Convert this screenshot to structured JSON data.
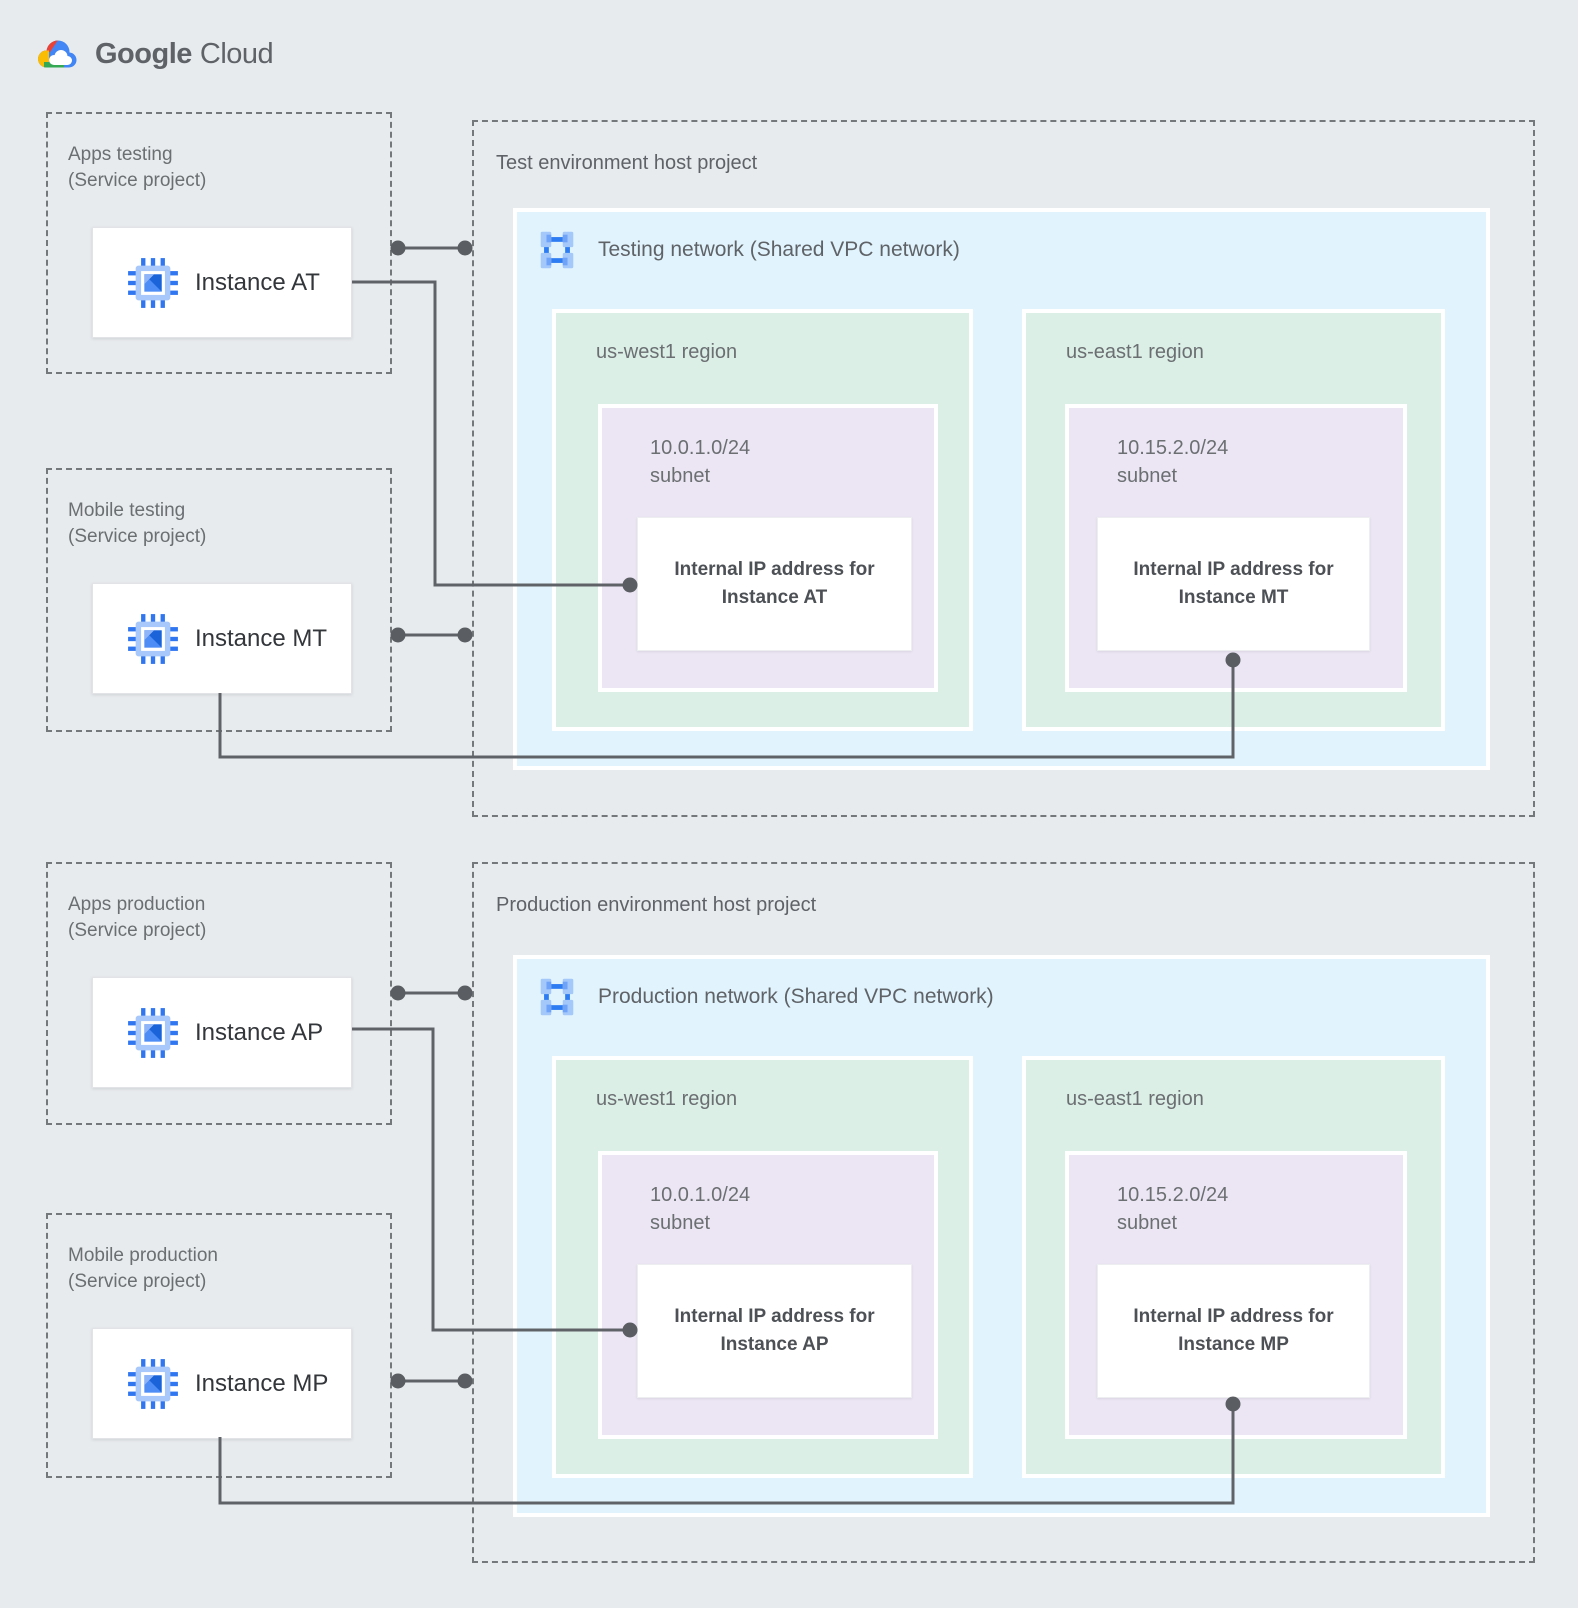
{
  "brand": {
    "primary": "Google",
    "secondary": "Cloud"
  },
  "colors": {
    "page_background": "#E8EBEE",
    "network_fill": "#E1F3FC",
    "region_fill": "#DCEFE6",
    "subnet_fill": "#ECE6F4",
    "connector": "#5F6368",
    "logo_blue": "#4285F4",
    "logo_red": "#EA4335",
    "logo_yellow": "#FBBC04",
    "logo_green": "#34A853"
  },
  "service_projects": [
    {
      "title": "Apps testing",
      "subtitle": "(Service project)",
      "instance": "Instance AT"
    },
    {
      "title": "Mobile testing",
      "subtitle": "(Service project)",
      "instance": "Instance MT"
    },
    {
      "title": "Apps production",
      "subtitle": "(Service project)",
      "instance": "Instance AP"
    },
    {
      "title": "Mobile production",
      "subtitle": "(Service project)",
      "instance": "Instance MP"
    }
  ],
  "host_projects": [
    {
      "title": "Test environment host project",
      "network_label": "Testing network (Shared VPC network)",
      "regions": [
        {
          "name": "us-west1 region",
          "subnet_cidr": "10.0.1.0/24",
          "subnet_word": "subnet",
          "ip_line1": "Internal IP address for",
          "ip_line2": "Instance AT"
        },
        {
          "name": "us-east1 region",
          "subnet_cidr": "10.15.2.0/24",
          "subnet_word": "subnet",
          "ip_line1": "Internal IP address for",
          "ip_line2": "Instance MT"
        }
      ]
    },
    {
      "title": "Production environment host project",
      "network_label": "Production network (Shared VPC network)",
      "regions": [
        {
          "name": "us-west1 region",
          "subnet_cidr": "10.0.1.0/24",
          "subnet_word": "subnet",
          "ip_line1": "Internal IP address for",
          "ip_line2": "Instance AP"
        },
        {
          "name": "us-east1 region",
          "subnet_cidr": "10.15.2.0/24",
          "subnet_word": "subnet",
          "ip_line1": "Internal IP address for",
          "ip_line2": "Instance MP"
        }
      ]
    }
  ]
}
